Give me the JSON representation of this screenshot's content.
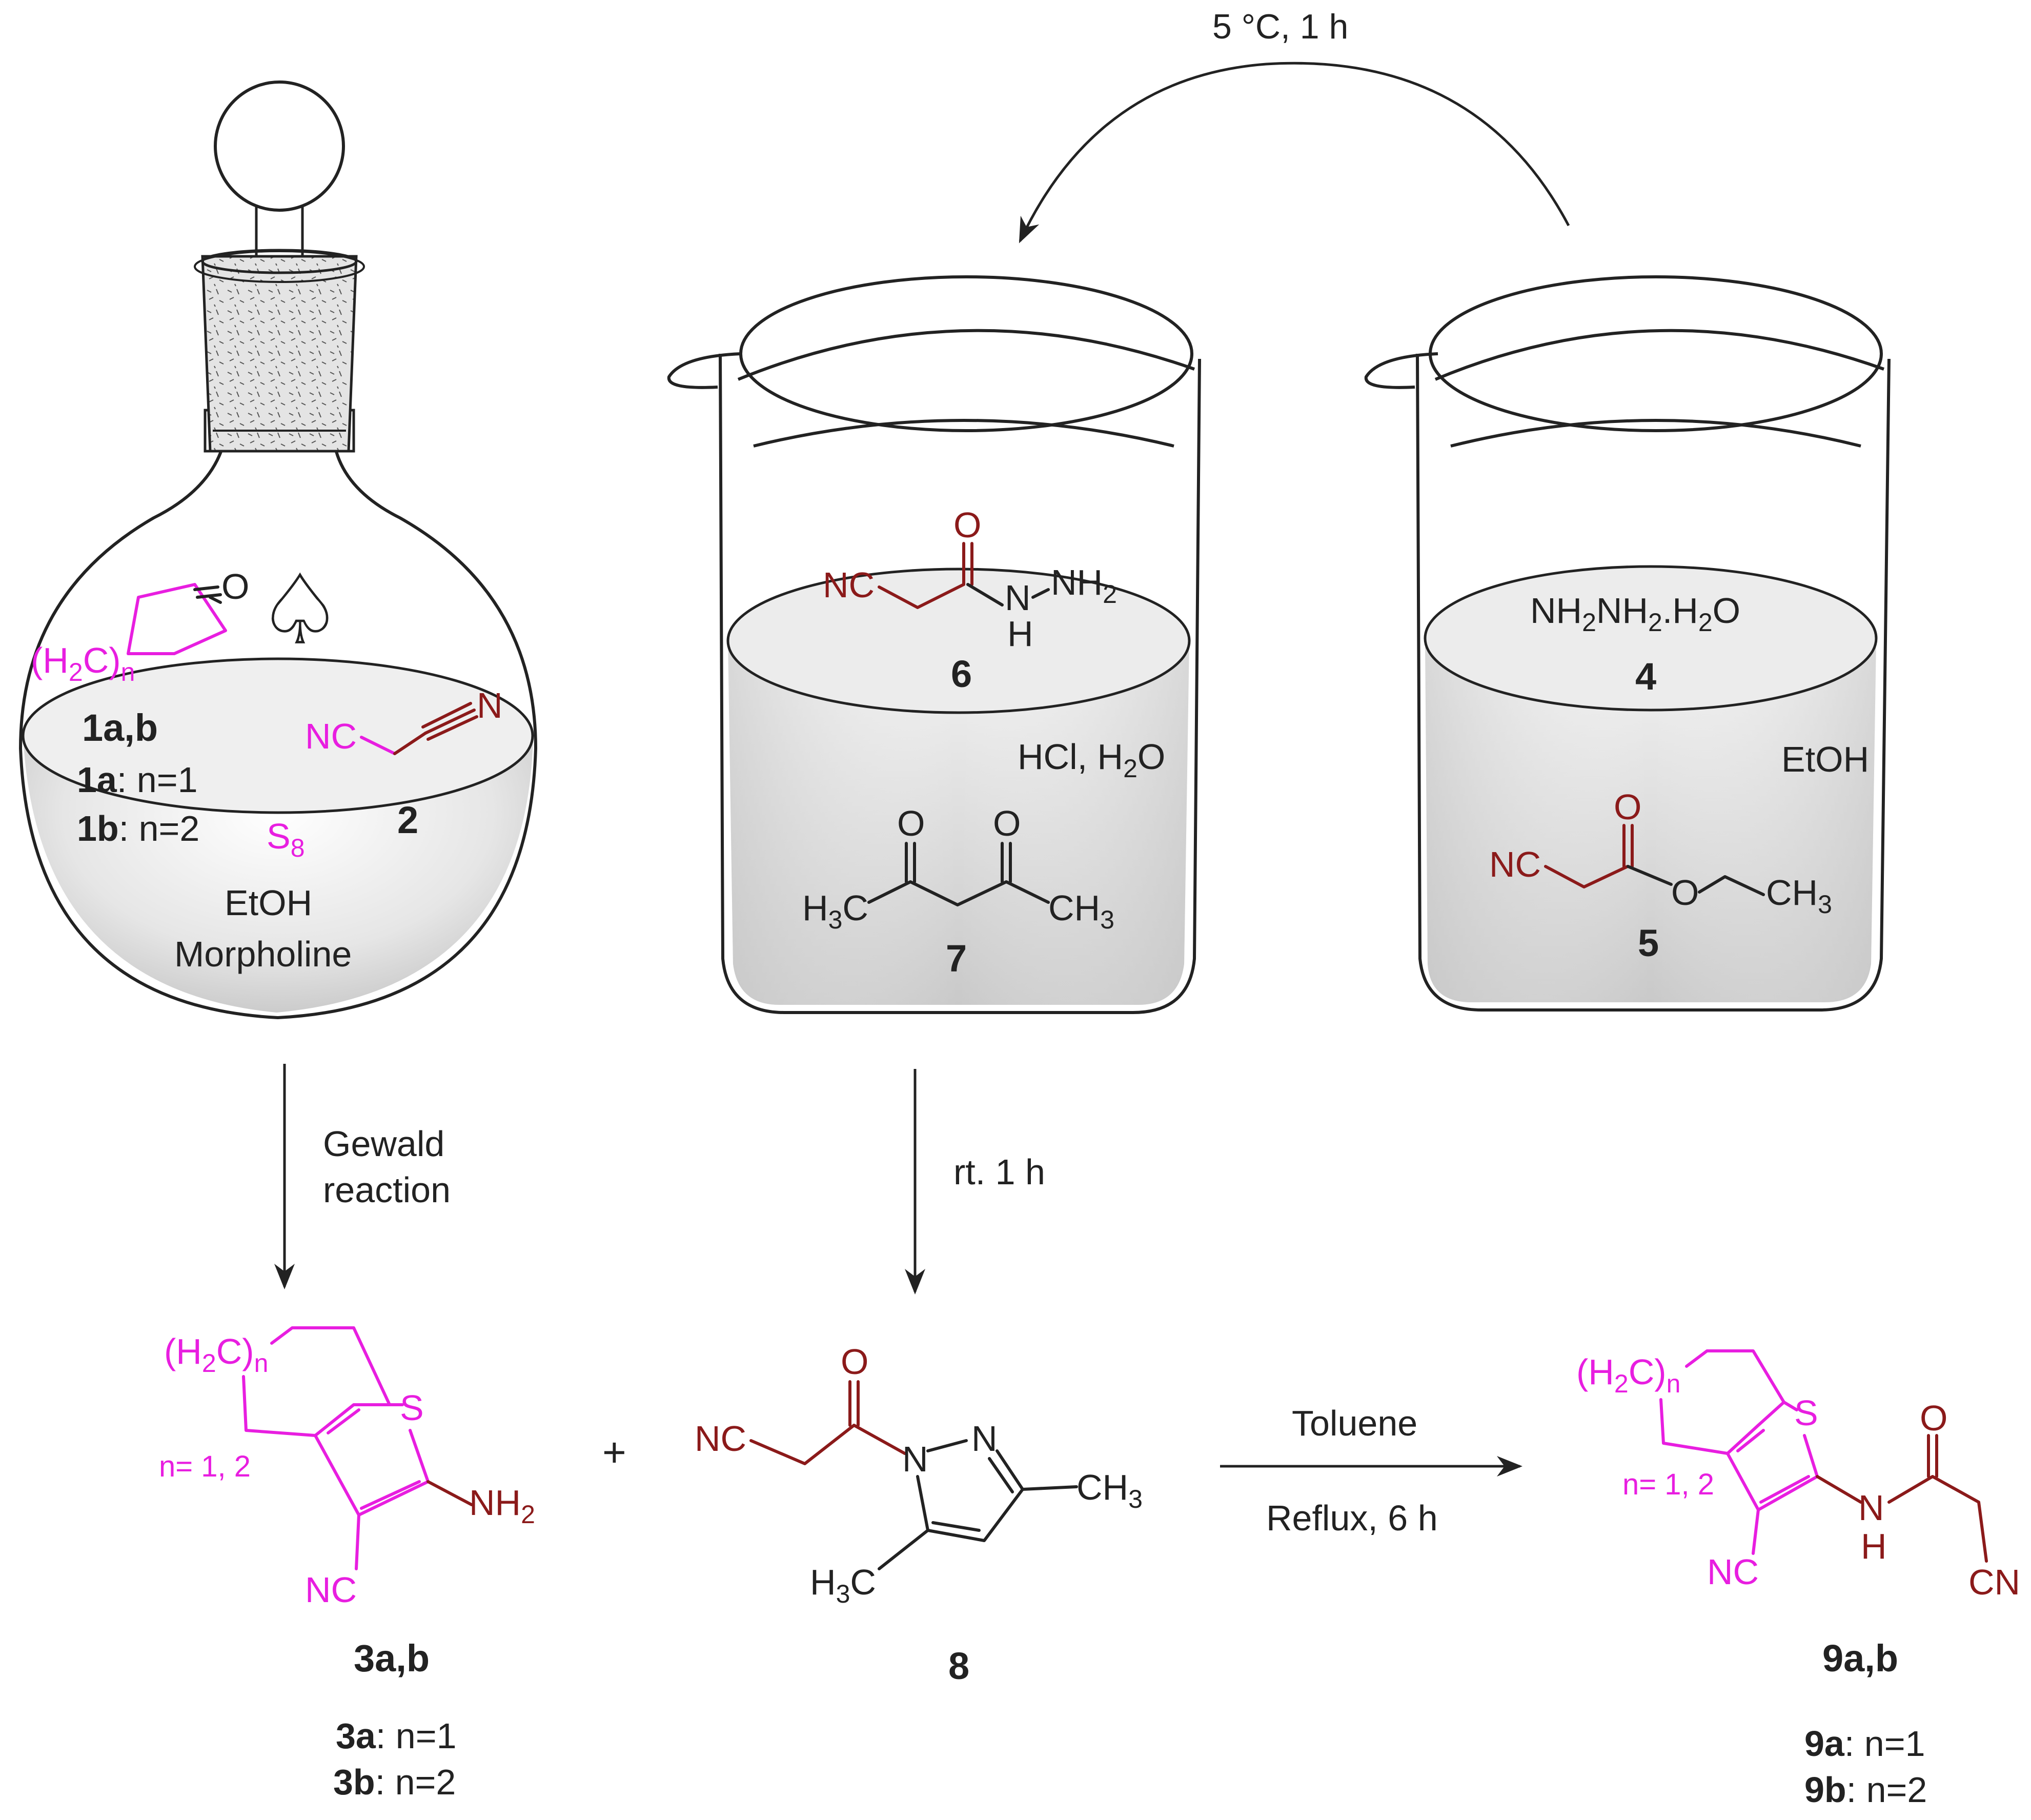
{
  "conditions": {
    "top_arrow": "5 °C, 1 h",
    "left_arrow_line1": "Gewald",
    "left_arrow_line2": "reaction",
    "middle_arrow": "rt. 1 h",
    "right_arrow_top": "Toluene",
    "right_arrow_bottom": "Reflux, 6 h",
    "plus": "+"
  },
  "flask": {
    "ketone_O": "O",
    "ring_H2C": "(H",
    "ring_sub2": "2",
    "ring_C": "C)",
    "ring_n": "n",
    "spade": "♤",
    "label_1ab": "1a,b",
    "label_1a": "1a",
    "label_1a_rest": ": n=1",
    "label_1b": "1b",
    "label_1b_rest": ": n=2",
    "nc_malono": "NC",
    "n_malono": "N",
    "label_2": "2",
    "sulfur": "S",
    "sulfur_sub": "8",
    "solvent1": "EtOH",
    "solvent2": "Morpholine"
  },
  "beaker_middle": {
    "c6_NC": "NC",
    "c6_O": "O",
    "c6_N": "N",
    "c6_H": "H",
    "c6_NH2": "NH",
    "c6_sub2": "2",
    "label_6": "6",
    "reagent": "HCl, H",
    "reagent_sub": "2",
    "reagent_O": "O",
    "c7_O1": "O",
    "c7_O2": "O",
    "c7_H3C": "H",
    "c7_sub3a": "3",
    "c7_Ca": "C",
    "c7_CH3": "CH",
    "c7_sub3b": "3",
    "label_7": "7"
  },
  "beaker_right": {
    "reagent_NH2NH2": "NH",
    "sub_a": "2",
    "part2": "NH",
    "sub_b": "2",
    "part3": ".H",
    "sub_c": "2",
    "part4": "O",
    "label_4": "4",
    "solvent": "EtOH",
    "c5_NC": "NC",
    "c5_O1": "O",
    "c5_O2": "O",
    "c5_CH3": "CH",
    "c5_sub3": "3",
    "label_5": "5"
  },
  "compound3": {
    "H2C": "(H",
    "sub2": "2",
    "C": "C)",
    "n": "n",
    "S": "S",
    "nrange": "n= 1, 2",
    "NH2": "NH",
    "NH2_sub": "2",
    "NC": "NC",
    "label": "3a,b",
    "label_3a": "3a",
    "label_3a_rest": ": n=1",
    "label_3b": "3b",
    "label_3b_rest": ": n=2"
  },
  "compound8": {
    "O": "O",
    "NC": "NC",
    "N1": "N",
    "N2": "N",
    "CH3": "CH",
    "CH3_sub": "3",
    "H3C": "H",
    "H3C_sub": "3",
    "H3C_C": "C",
    "label": "8"
  },
  "compound9": {
    "H2C": "(H",
    "sub2": "2",
    "C": "C)",
    "n": "n",
    "S": "S",
    "O": "O",
    "nrange": "n= 1, 2",
    "N": "N",
    "H": "H",
    "NC": "NC",
    "CN": "CN",
    "label": "9a,b",
    "label_9a": "9a",
    "label_9a_rest": ": n=1",
    "label_9b": "9b",
    "label_9b_rest": ": n=2"
  },
  "colors": {
    "magenta": "#e81ee0",
    "dark_red": "#8b1a1a",
    "ink": "#222222"
  }
}
